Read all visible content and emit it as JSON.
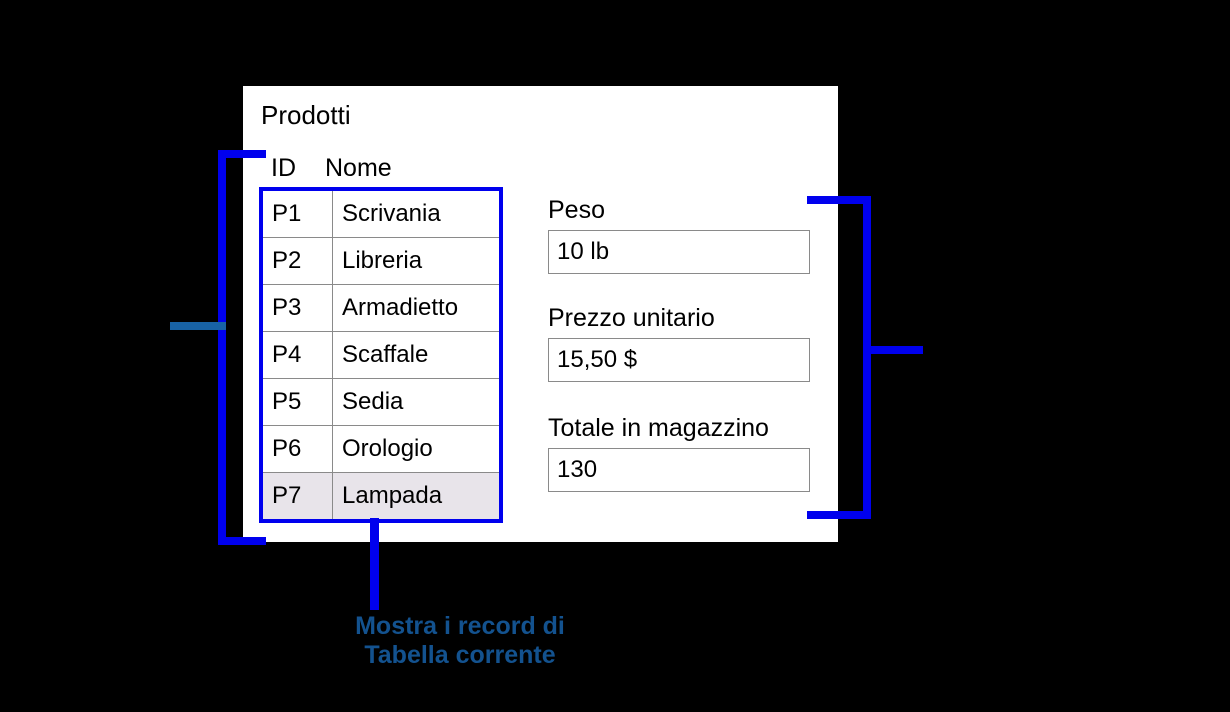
{
  "card": {
    "title": "Prodotti",
    "columns": {
      "id": "ID",
      "nome": "Nome"
    },
    "records": [
      {
        "id": "P1",
        "nome": "Scrivania",
        "selected": false
      },
      {
        "id": "P2",
        "nome": "Libreria",
        "selected": false
      },
      {
        "id": "P3",
        "nome": "Armadietto",
        "selected": false
      },
      {
        "id": "P4",
        "nome": "Scaffale",
        "selected": false
      },
      {
        "id": "P5",
        "nome": "Sedia",
        "selected": false
      },
      {
        "id": "P6",
        "nome": "Orologio",
        "selected": false
      },
      {
        "id": "P7",
        "nome": "Lampada",
        "selected": true
      }
    ],
    "fields": [
      {
        "label": "Peso",
        "value": "10 lb"
      },
      {
        "label": "Prezzo unitario",
        "value": "15,50 $"
      },
      {
        "label": "Totale in magazzino",
        "value": "130"
      }
    ]
  },
  "caption": {
    "line1": "Mostra i record di",
    "line2": "Tabella corrente"
  },
  "colors": {
    "bracket": "#0000ee",
    "left_leader": "#1862a4",
    "caption_text": "#13528f",
    "selected_row": "#e8e4ea",
    "cell_border": "#8a8a8a",
    "card_background": "#ffffff",
    "page_background": "#000000"
  }
}
